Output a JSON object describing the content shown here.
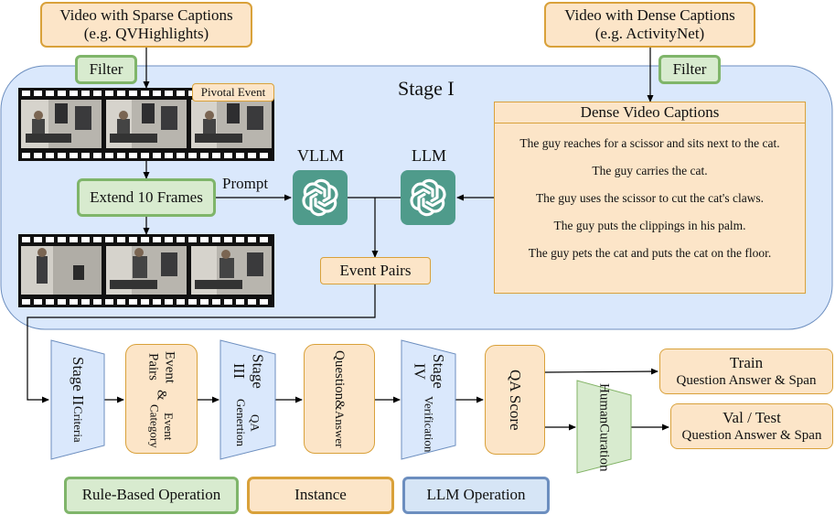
{
  "sources": {
    "sparse": {
      "line1": "Video with Sparse Captions",
      "line2": "(e.g. QVHighlights)"
    },
    "dense": {
      "line1": "Video with Dense Captions",
      "line2": "(e.g. ActivityNet)"
    }
  },
  "filter_label": "Filter",
  "stage1": {
    "title": "Stage I",
    "pivotal_event": "Pivotal Event",
    "extend_frames": "Extend 10 Frames",
    "prompt": "Prompt",
    "vllm": "VLLM",
    "llm": "LLM",
    "event_pairs": "Event Pairs",
    "dense_captions": {
      "title": "Dense Video Captions",
      "lines": [
        "The guy reaches for a scissor and sits next to the cat.",
        "The guy carries the cat.",
        "The guy uses the scissor to cut the cat's claws.",
        "The guy puts the clippings in his palm.",
        "The guy pets the cat  and puts the cat on the floor."
      ]
    }
  },
  "pipeline": {
    "stage2": {
      "title": "Stage II",
      "sub": "Criteria"
    },
    "event_pairs_category": {
      "line1": "Event Pairs",
      "line2": "&",
      "line3": "Event Category"
    },
    "stage3": {
      "title": "Stage III",
      "sub": "QA Genertion"
    },
    "question_answer": {
      "line1": "Question",
      "line2": "&",
      "line3": "Answer"
    },
    "stage4": {
      "title": "Stage IV",
      "sub": "Verification"
    },
    "qa_score": "QA Score",
    "human_curation": {
      "line1": "Human",
      "line2": "Curation"
    },
    "train": {
      "title": "Train",
      "sub": "Question Answer & Span"
    },
    "valtest": {
      "title": "Val / Test",
      "sub": "Question Answer & Span"
    }
  },
  "legend": {
    "rule": "Rule-Based Operation",
    "instance": "Instance",
    "llm": "LLM Operation"
  },
  "colors": {
    "stage_bg": "#dae8fc",
    "stage_border": "#6c8ebf",
    "instance_fill": "#fce5c8",
    "instance_border": "#d9a13a",
    "rule_fill": "#d8ebcf",
    "rule_border": "#7fb56a",
    "llm_fill": "#d6e5f6",
    "chatgpt_icon_bg": "#4f9b8b"
  }
}
